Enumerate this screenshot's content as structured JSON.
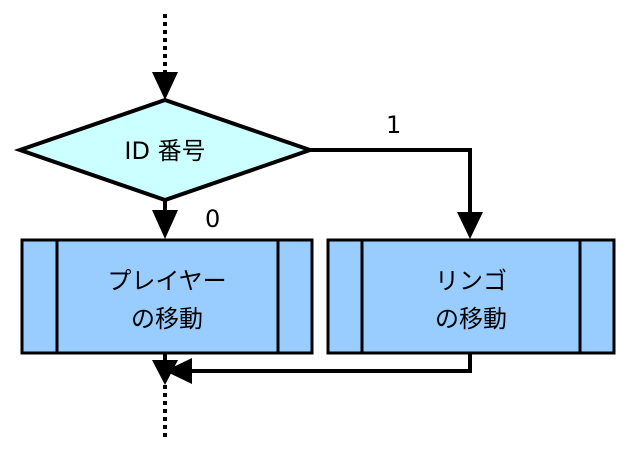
{
  "diagram": {
    "decision": {
      "label": "ID 番号",
      "fill": "#ccffff"
    },
    "branch_labels": {
      "left": "0",
      "right": "1"
    },
    "process_left": {
      "line1": "プレイヤー",
      "line2": "の移動"
    },
    "process_right": {
      "line1": "リンゴ",
      "line2": "の移動"
    },
    "colors": {
      "process_fill": "#99ccff",
      "stroke": "#000000",
      "background": "#ffffff"
    }
  }
}
